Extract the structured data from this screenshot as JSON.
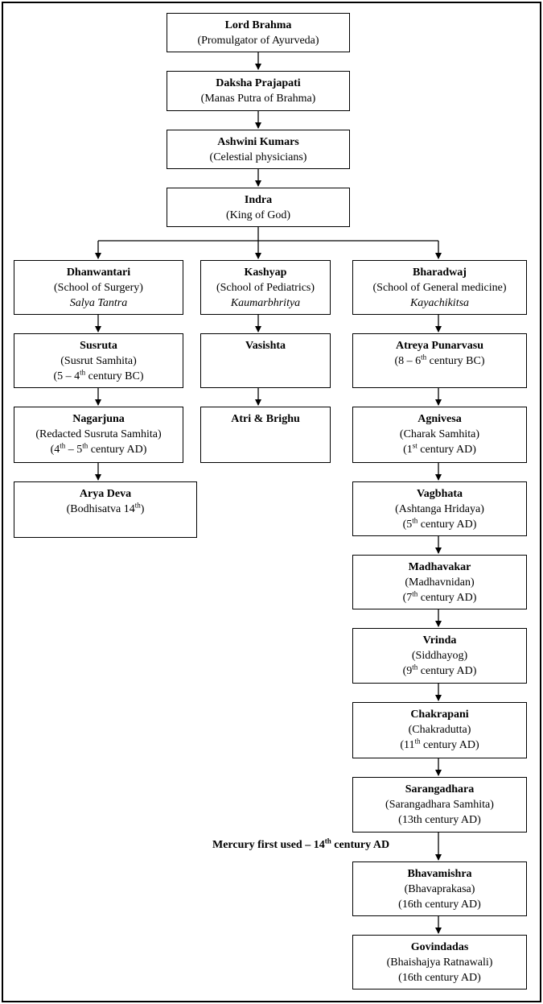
{
  "diagram": {
    "top_chain": [
      {
        "name": "Lord Brahma",
        "desc": "(Promulgator of Ayurveda)"
      },
      {
        "name": "Daksha Prajapati",
        "desc": "(Manas Putra of Brahma)"
      },
      {
        "name": "Ashwini Kumars",
        "desc": "(Celestial physicians)"
      },
      {
        "name": "Indra",
        "desc": "(King of God)"
      }
    ],
    "schools": {
      "left": {
        "name": "Dhanwantari",
        "desc": "(School of Surgery)",
        "tantra": "Salya Tantra"
      },
      "middle": {
        "name": "Kashyap",
        "desc": "(School of Pediatrics)",
        "tantra": "Kaumarbhritya"
      },
      "right": {
        "name": "Bharadwaj",
        "desc": "(School of General medicine)",
        "tantra": "Kayachikitsa"
      }
    },
    "left_chain": {
      "susruta": {
        "name": "Susruta",
        "desc": "(Susrut Samhita)",
        "date_pre": "(5 – 4",
        "date_sup": "th",
        "date_post": " century BC)"
      },
      "nagarjuna": {
        "name": "Nagarjuna",
        "desc": "(Redacted Susruta Samhita)",
        "date_pre": "(4",
        "date_sup1": "th",
        "date_mid": " – 5",
        "date_sup2": "th",
        "date_post": " century AD)"
      },
      "arya_deva": {
        "name": "Arya Deva",
        "desc_pre": "(Bodhisatva 14",
        "desc_sup": "th",
        "desc_post": ")"
      }
    },
    "middle_chain": {
      "vasishta": {
        "name": "Vasishta"
      },
      "atri": {
        "name": "Atri & Brighu"
      }
    },
    "right_chain": {
      "atreya": {
        "name": "Atreya Punarvasu",
        "date_pre": "(8 – 6",
        "date_sup": "th",
        "date_post": " century BC)"
      },
      "agnivesa": {
        "name": "Agnivesa",
        "desc": "(Charak Samhita)",
        "date_pre": "(1",
        "date_sup": "st",
        "date_post": " century AD)"
      },
      "vagbhata": {
        "name": "Vagbhata",
        "desc": "(Ashtanga Hridaya)",
        "date_pre": "(5",
        "date_sup": "th",
        "date_post": " century AD)"
      },
      "madhavakar": {
        "name": "Madhavakar",
        "desc": "(Madhavnidan)",
        "date_pre": "(7",
        "date_sup": "th",
        "date_post": " century AD)"
      },
      "vrinda": {
        "name": "Vrinda",
        "desc": "(Siddhayog)",
        "date_pre": "(9",
        "date_sup": "th",
        "date_post": " century AD)"
      },
      "chakrapani": {
        "name": "Chakrapani",
        "desc": "(Chakradutta)",
        "date_pre": "(11",
        "date_sup": "th",
        "date_post": " century AD)"
      },
      "sarangadhara": {
        "name": "Sarangadhara",
        "desc": "(Sarangadhara Samhita)",
        "date": "(13th century AD)"
      },
      "bhavamishra": {
        "name": "Bhavamishra",
        "desc": "(Bhavaprakasa)",
        "date": "(16th century AD)"
      },
      "govindadas": {
        "name": "Govindadas",
        "desc": "(Bhaishajya Ratnawali)",
        "date": "(16th century AD)"
      }
    },
    "note": {
      "pre": "Mercury first used – 14",
      "sup": "th",
      "post": " century AD"
    }
  }
}
